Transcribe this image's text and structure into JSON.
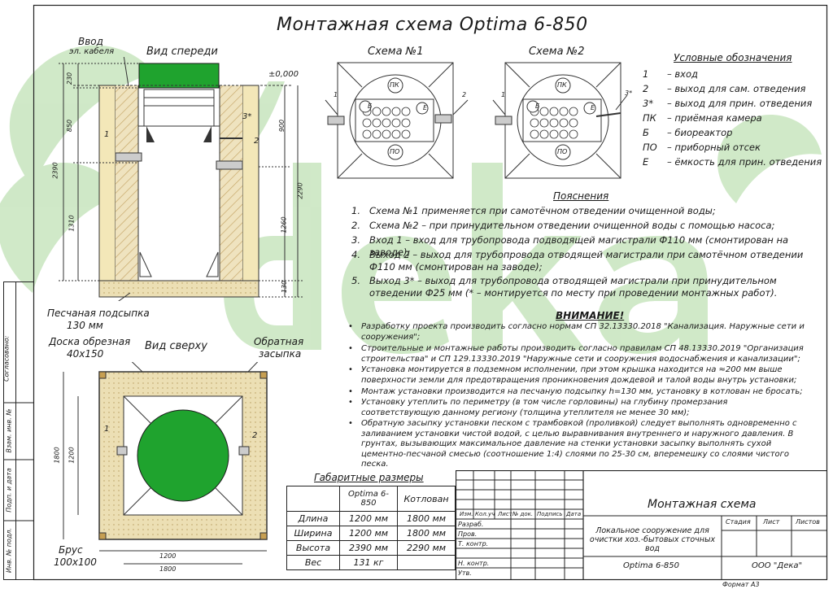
{
  "title": "Монтажная схема Optima 6-850",
  "front_view": {
    "label": "Вид спереди",
    "cable_label_1": "Ввод",
    "cable_label_2": "эл. кабеля",
    "level_label": "±0,000",
    "pipe_labels": [
      "1",
      "2",
      "3*"
    ],
    "dims_left": [
      "230",
      "850",
      "2390",
      "1310"
    ],
    "dims_right": [
      "900",
      "2290",
      "1260",
      "130"
    ],
    "sand_label_1": "Песчаная подсыпка",
    "sand_label_2": "130 мм"
  },
  "top_view": {
    "label": "Вид сверху",
    "board_label_1": "Доска обрезная",
    "board_label_2": "40х150",
    "backfill_label_1": "Обратная",
    "backfill_label_2": "засыпка",
    "beam_label_1": "Брус",
    "beam_label_2": "100х100",
    "pipe_labels": [
      "1",
      "2"
    ],
    "dims_left": [
      "1800",
      "1200"
    ],
    "dims_bottom": [
      "1200",
      "1800"
    ]
  },
  "schemes": [
    {
      "title": "Схема №1",
      "in_label": "1",
      "out_label": "2",
      "marks": [
        "ПК",
        "Б",
        "Е",
        "ПО"
      ]
    },
    {
      "title": "Схема №2",
      "in_label": "1",
      "out_label": "3*",
      "marks": [
        "ПК",
        "Б",
        "Е",
        "ПО"
      ]
    }
  ],
  "legend": {
    "title": "Условные обозначения",
    "items": [
      {
        "key": "1",
        "value": "– вход"
      },
      {
        "key": "2",
        "value": "– выход для сам. отведения"
      },
      {
        "key": "3*",
        "value": "– выход для прин. отведения"
      },
      {
        "key": "ПК",
        "value": "– приёмная камера"
      },
      {
        "key": "Б",
        "value": "– биореактор"
      },
      {
        "key": "ПО",
        "value": "– приборный отсек"
      },
      {
        "key": "Е",
        "value": "– ёмкость для прин. отведения"
      }
    ]
  },
  "explanations": {
    "title": "Пояснения",
    "items": [
      {
        "num": "1.",
        "text": "Схема №1 применяется при самотёчном отведении очищенной воды;"
      },
      {
        "num": "2.",
        "text": "Схема №2 – при принудительном отведении очищенной воды с помощью насоса;"
      },
      {
        "num": "3.",
        "text": "Вход 1 – вход для трубопровода подводящей магистрали Ф110 мм (смонтирован на заводе);"
      },
      {
        "num": "4.",
        "text": "Выход 2 – выход для трубопровода отводящей магистрали при самотёчном отведении Ф110 мм (смонтирован на заводе);"
      },
      {
        "num": "5.",
        "text": "Выход 3* – выход для трубопровода отводящей магистрали при принудительном отведении Ф25 мм (* – монтируется по месту при проведении монтажных работ)."
      }
    ]
  },
  "attention": {
    "title": "ВНИМАНИЕ!",
    "items": [
      "Разработку проекта производить согласно нормам СП 32.13330.2018 \"Канализация. Наружные сети и сооружения\";",
      "Строительные и монтажные работы производить согласно правилам СП 48.13330.2019 \"Организация строительства\" и СП 129.13330.2019 \"Наружные сети и сооружения водоснабжения и канализации\";",
      "Установка монтируется в подземном исполнении, при этом крышка находится на ≈200 мм выше поверхности земли для предотвращения проникновения дождевой и талой воды внутрь установки;",
      "Монтаж установки производится на песчаную подсыпку h=130 мм, установку в котлован не бросать;",
      "Установку утеплить по периметру (в том числе горловины) на глубину промерзания соответствующую данному региону (толщина утеплителя не менее 30 мм);",
      "Обратную засыпку установки песком с трамбовкой (проливкой) следует выполнять одновременно с заливанием установки чистой водой, с целью выравнивания внутреннего и наружного давления. В грунтах, вызывающих максимальное давление на стенки установки засыпку выполнять сухой цементно-песчаной смесью (соотношение 1:4) слоями по 25-30 см, вперемешку со слоями чистого песка."
    ]
  },
  "dims_table": {
    "title": "Габаритные размеры",
    "headers": [
      "",
      "Optima 6-850",
      "Котлован"
    ],
    "rows": [
      [
        "Длина",
        "1200 мм",
        "1800 мм"
      ],
      [
        "Ширина",
        "1200 мм",
        "1800 мм"
      ],
      [
        "Высота",
        "2390 мм",
        "2290 мм"
      ],
      [
        "Вес",
        "131 кг",
        ""
      ]
    ]
  },
  "title_block": {
    "doc_title": "Монтажная схема",
    "description": "Локальное сооружение для очистки хоз.-бытовых сточных вод",
    "model": "Optima 6-850",
    "company": "ООО \"Дека\"",
    "cols": [
      "Изм.",
      "Кол.уч",
      "Лист",
      "№ док.",
      "Подпись",
      "Дата"
    ],
    "roles": [
      "Разраб.",
      "Пров.",
      "Т. контр.",
      "Н. контр.",
      "Утв."
    ],
    "stage_headers": [
      "Стадия",
      "Лист",
      "Листов"
    ],
    "format": "Формат А3"
  },
  "side_stamp": [
    "Согласовано:",
    "Взам. инв. №",
    "Подп. и дата",
    "Инв. № подл."
  ],
  "watermark": "Deka",
  "colors": {
    "green": "#1fa32e",
    "watermark": "#a9d79a",
    "sand": "#e9dcae",
    "hatch": "#c7a86a"
  }
}
